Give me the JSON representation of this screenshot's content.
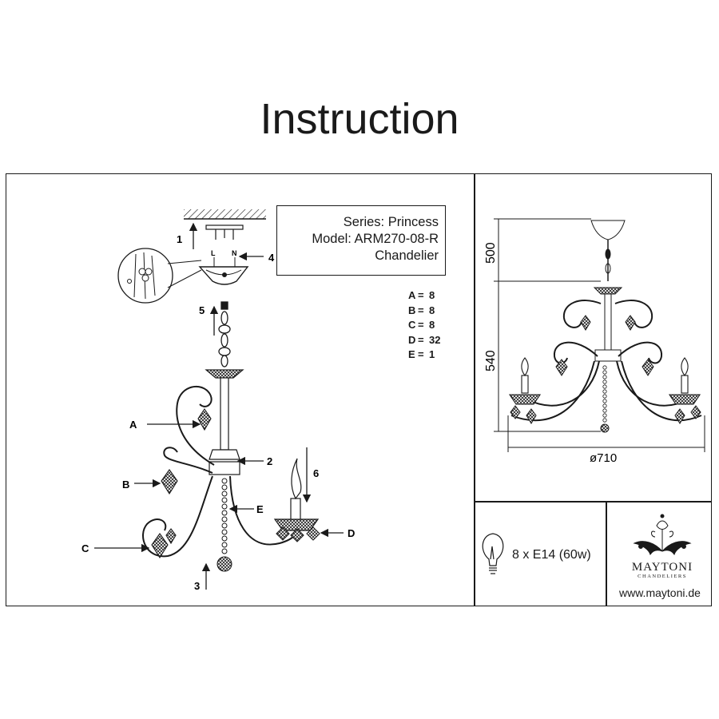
{
  "title": "Instruction",
  "info": {
    "series": "Series: Princess",
    "model": "Model: ARM270-08-R",
    "type": "Chandelier"
  },
  "parts": [
    {
      "key": "A",
      "count": "8"
    },
    {
      "key": "B",
      "count": "8"
    },
    {
      "key": "C",
      "count": "8"
    },
    {
      "key": "D",
      "count": "32"
    },
    {
      "key": "E",
      "count": "1"
    }
  ],
  "callouts": {
    "a": "A",
    "b": "B",
    "c": "C",
    "d": "D",
    "e": "E",
    "step1": "1",
    "step2": "2",
    "step3": "3",
    "step4": "4",
    "step5": "5",
    "step6": "6",
    "wire_l": "L",
    "wire_n": "N"
  },
  "dimensions": {
    "chain": "500",
    "body": "540",
    "diameter": "ø710"
  },
  "lamp": {
    "spec": "8 x E14 (60w)",
    "icon": "light-bulb-icon"
  },
  "brand": {
    "name": "MAYTONI",
    "subtitle": "CHANDELIERS",
    "website": "www.maytoni.de",
    "logo_icon": "ornament-logo-icon"
  }
}
